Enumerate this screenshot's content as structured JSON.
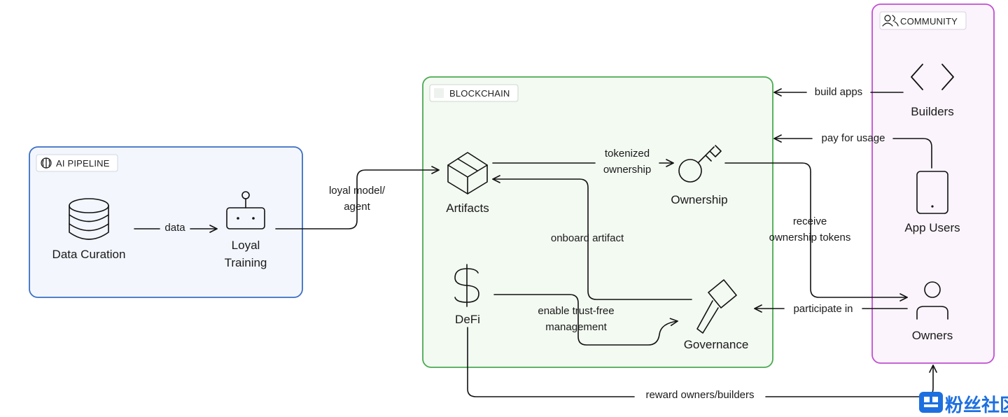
{
  "groups": {
    "ai_pipeline": {
      "label": "AI PIPELINE",
      "color": "#3a6fc4",
      "fill": "#f3f6fd"
    },
    "blockchain": {
      "label": "BLOCKCHAIN",
      "color": "#4aaa52",
      "fill": "#f3faf2"
    },
    "community": {
      "label": "COMMUNITY",
      "color": "#c14fd1",
      "fill": "#fbf4fc"
    }
  },
  "nodes": {
    "data_curation": "Data Curation",
    "loyal_training_1": "Loyal",
    "loyal_training_2": "Training",
    "artifacts": "Artifacts",
    "ownership": "Ownership",
    "defi": "DeFi",
    "governance": "Governance",
    "builders": "Builders",
    "app_users": "App Users",
    "owners": "Owners"
  },
  "edges": {
    "data": "data",
    "loyal_model_1": "loyal model/",
    "loyal_model_2": "agent",
    "tokenized_1": "tokenized",
    "tokenized_2": "ownership",
    "onboard": "onboard artifact",
    "receive_1": "receive",
    "receive_2": "ownership tokens",
    "trust_1": "enable trust-free",
    "trust_2": "management",
    "build_apps": "build apps",
    "pay_usage": "pay for usage",
    "participate": "participate in",
    "reward": "reward owners/builders"
  },
  "watermark": "粉丝社区",
  "icons": [
    "brain-icon",
    "database-icon",
    "robot-icon",
    "cube-icon",
    "key-icon",
    "dollar-icon",
    "gavel-icon",
    "code-icon",
    "phone-icon",
    "user-icon",
    "users-icon"
  ]
}
